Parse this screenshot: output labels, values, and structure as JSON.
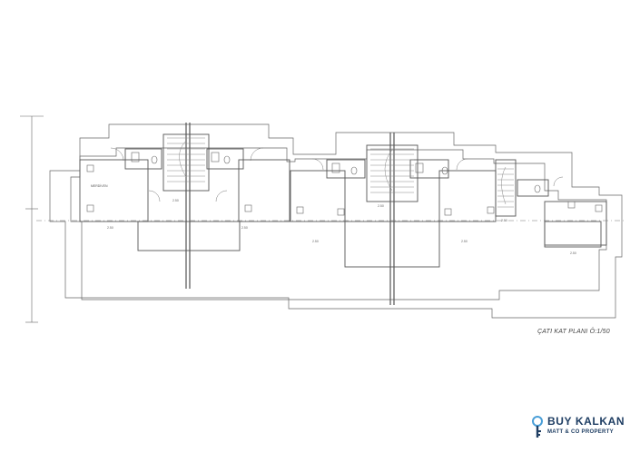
{
  "plan": {
    "title": "ÇATI KAT PLANI Ö:1/50",
    "room_label": "MERDİVEN",
    "dimension_labels": [
      "2.50",
      "2.50",
      "2.50",
      "2.50",
      "2.50",
      "2.50",
      "2.50",
      "2.50"
    ]
  },
  "branding": {
    "name": "BUY KALKAN",
    "tagline": "MATT & CO PROPERTY",
    "color": "#1f3e63",
    "accent": "#4a9fd8"
  },
  "colors": {
    "line": "#555555",
    "fine_line": "#9a9a9a"
  }
}
